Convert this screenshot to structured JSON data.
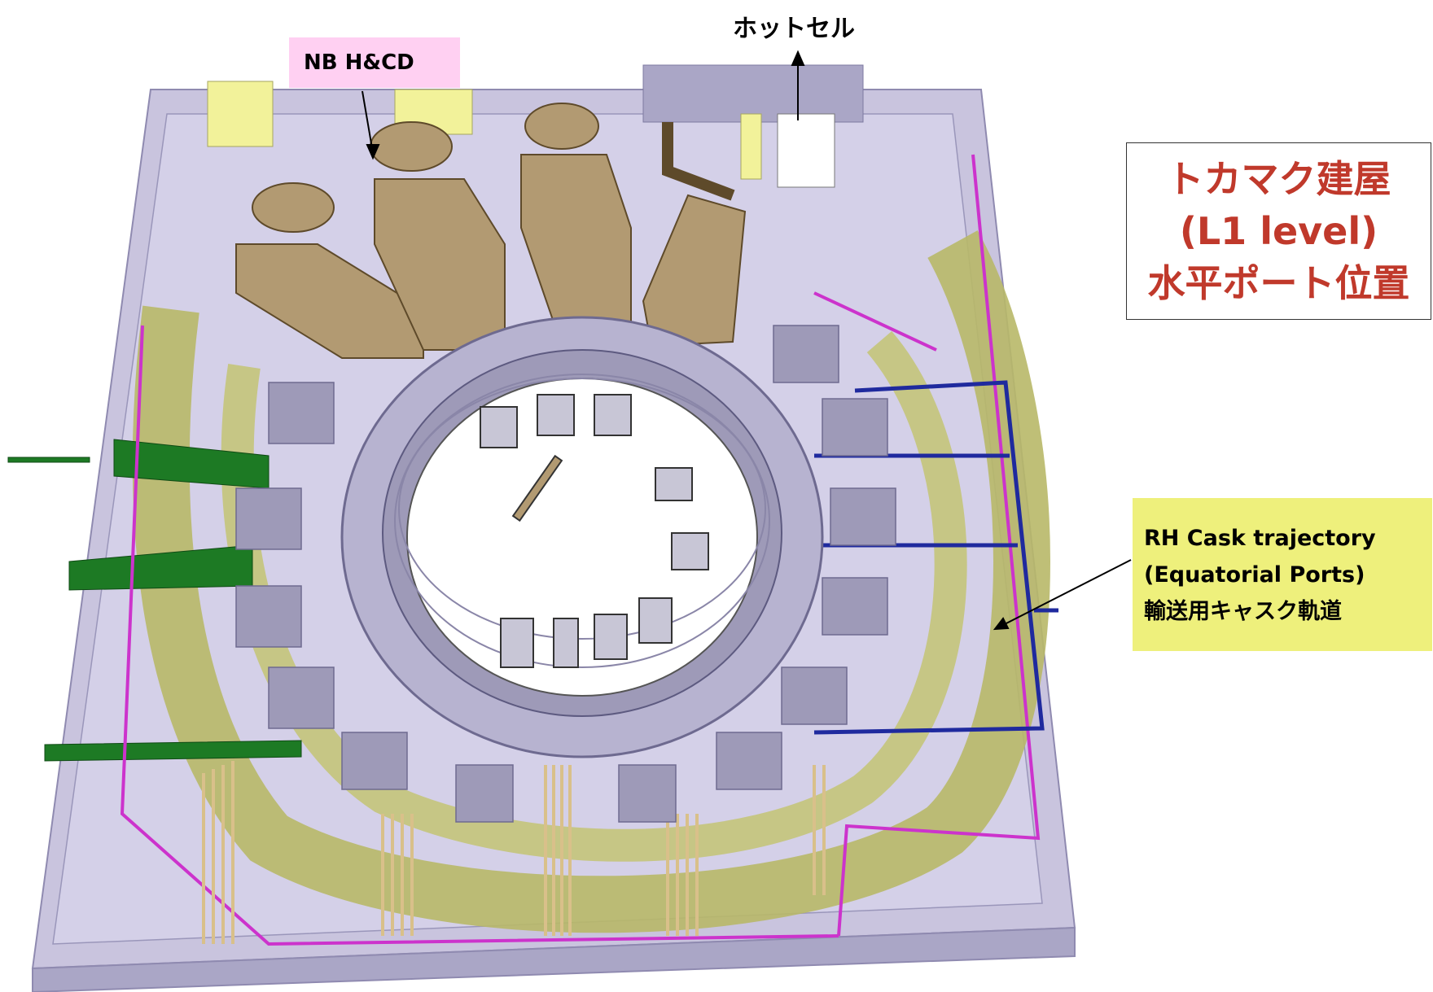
{
  "labels": {
    "hot_cell": "ホットセル",
    "nb_hcd": "NB H&CD",
    "title_line1": "トカマク建屋",
    "title_line2": "(L1 level)",
    "title_line3": "水平ポート位置",
    "rh_line1": "RH Cask trajectory",
    "rh_line2": "(Equatorial Ports)",
    "rh_line3": "輸送用キャスク軌道"
  },
  "colors": {
    "floor": "#c9c4de",
    "wall": "#aaa6c6",
    "track": "#b8b868",
    "nb_injector": "#b29a72",
    "pipe_magenta": "#cc33cc",
    "pipe_blue": "#1f2a9e",
    "pipe_green": "#1d7a24",
    "pipe_tan": "#e8d4a0",
    "title_red": "#c0392b",
    "nb_box": "#ffd0f2",
    "rh_box": "#eef07c"
  }
}
